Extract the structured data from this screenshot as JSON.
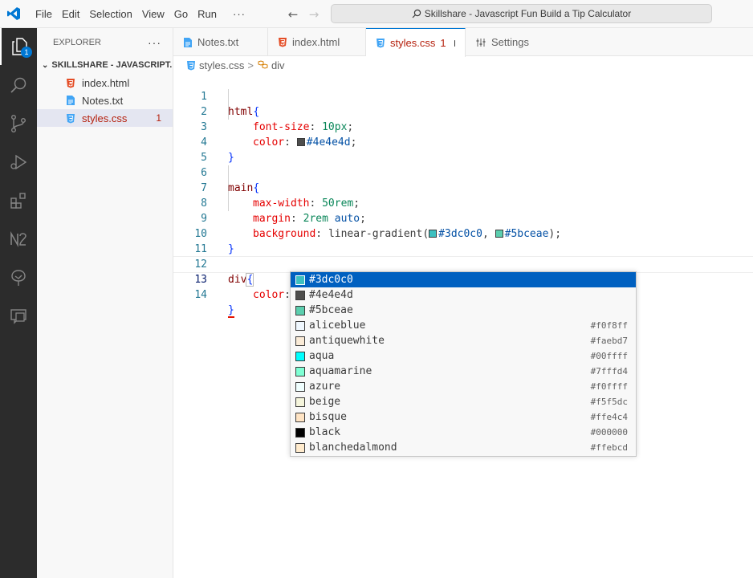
{
  "titlebar": {
    "menu": [
      "File",
      "Edit",
      "Selection",
      "View",
      "Go",
      "Run"
    ],
    "more": "···",
    "back_arrow": "←",
    "forward_arrow": "→",
    "command_center": "Skillshare - Javascript Fun Build a Tip Calculator",
    "logo_icon": "vscode-logo-icon",
    "accent": "#0078d4"
  },
  "activity_bar": {
    "items": [
      {
        "icon": "files-icon",
        "badge": "1"
      },
      {
        "icon": "search-icon"
      },
      {
        "icon": "source-control-icon"
      },
      {
        "icon": "run-debug-icon"
      },
      {
        "icon": "extensions-icon"
      },
      {
        "icon": "n2-icon"
      },
      {
        "icon": "tree-icon"
      },
      {
        "icon": "remote-chat-icon"
      }
    ]
  },
  "explorer": {
    "title": "EXPLORER",
    "more": "···",
    "folder": "SKILLSHARE - JAVASCRIPT...",
    "files": [
      {
        "name": "index.html",
        "icon": "html5-icon"
      },
      {
        "name": "Notes.txt",
        "icon": "txt-file-icon"
      },
      {
        "name": "styles.css",
        "icon": "css3-icon",
        "problems": "1"
      }
    ]
  },
  "tabs": [
    {
      "label": "Notes.txt",
      "icon": "txt-file-icon"
    },
    {
      "label": "index.html",
      "icon": "html5-icon"
    },
    {
      "label": "styles.css",
      "icon": "css3-icon",
      "problems": "1",
      "modified": true
    },
    {
      "label": "Settings",
      "icon": "settings-sliders-icon"
    }
  ],
  "breadcrumb": {
    "file": "styles.css",
    "separator": ">",
    "symbol": "div"
  },
  "editor": {
    "line_numbers": [
      "1",
      "2",
      "3",
      "4",
      "5",
      "6",
      "7",
      "8",
      "9",
      "10",
      "11",
      "12",
      "13",
      "14"
    ],
    "l1_selector": "html",
    "open_brace": "{",
    "close_brace": "}",
    "l2_prop": "font-size",
    "l2_value": "10px",
    "l3_prop": "color",
    "l3_value": "#4e4e4d",
    "l6_selector": "main",
    "l7_prop": "max-width",
    "l7_value": "50rem",
    "l8_prop": "margin",
    "l8_value_num": "2rem",
    "l8_value_kw": "auto",
    "l9_prop": "background",
    "l9_func": "linear-gradient(",
    "l9_color1": "#3dc0c0",
    "l9_sep": ", ",
    "l9_color2": "#5bceae",
    "l9_end": ");",
    "l12_selector": "div",
    "l13_prop": "color",
    "colon": ":",
    "semicolon": ";",
    "colon_space": ": "
  },
  "suggestions": [
    {
      "label": "#3dc0c0",
      "color": "#3dc0c0",
      "hex": ""
    },
    {
      "label": "#4e4e4d",
      "color": "#4e4e4d",
      "hex": ""
    },
    {
      "label": "#5bceae",
      "color": "#5bceae",
      "hex": ""
    },
    {
      "label": "aliceblue",
      "color": "#f0f8ff",
      "hex": "#f0f8ff"
    },
    {
      "label": "antiquewhite",
      "color": "#faebd7",
      "hex": "#faebd7"
    },
    {
      "label": "aqua",
      "color": "#00ffff",
      "hex": "#00ffff"
    },
    {
      "label": "aquamarine",
      "color": "#7fffd4",
      "hex": "#7fffd4"
    },
    {
      "label": "azure",
      "color": "#f0ffff",
      "hex": "#f0ffff"
    },
    {
      "label": "beige",
      "color": "#f5f5dc",
      "hex": "#f5f5dc"
    },
    {
      "label": "bisque",
      "color": "#ffe4c4",
      "hex": "#ffe4c4"
    },
    {
      "label": "black",
      "color": "#000000",
      "hex": "#000000"
    },
    {
      "label": "blanchedalmond",
      "color": "#ffebcd",
      "hex": "#ffebcd"
    }
  ]
}
